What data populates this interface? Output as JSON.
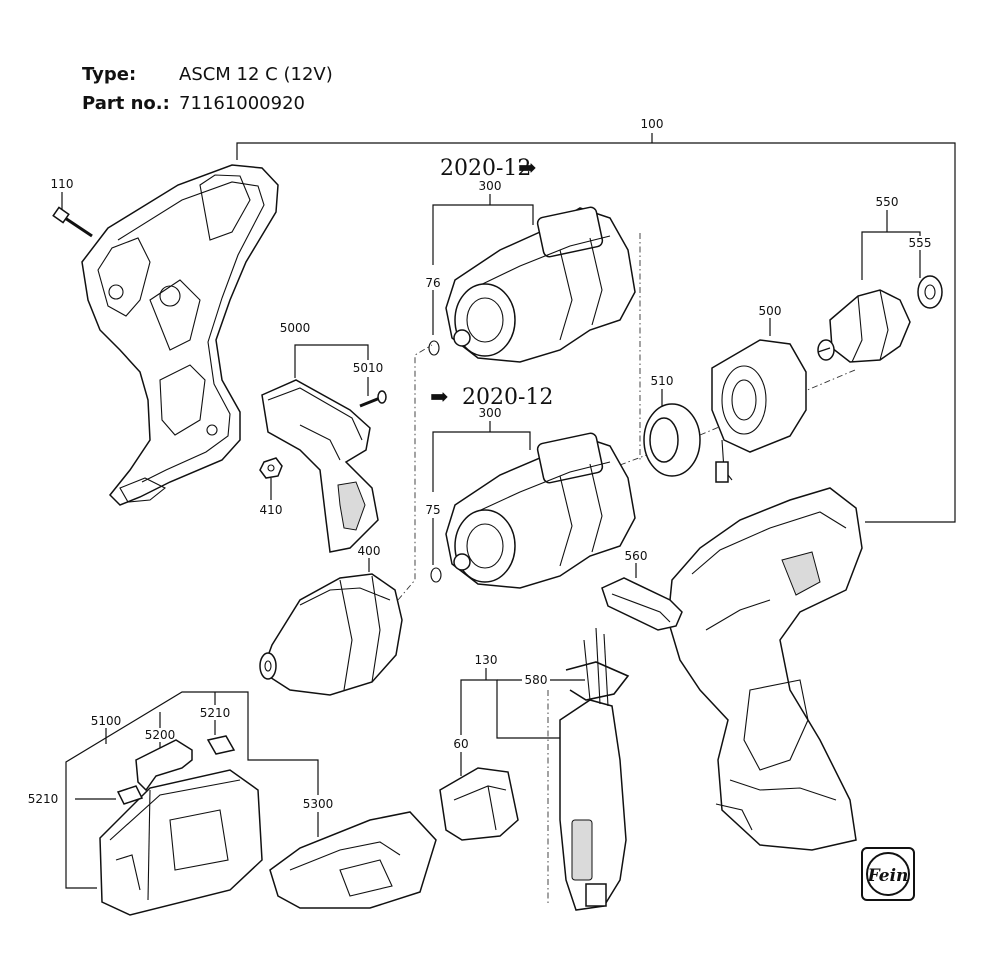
{
  "header": {
    "type_label": "Type:",
    "type_value": "ASCM 12 C (12V)",
    "part_label": "Part no.:",
    "part_value": "71161000920"
  },
  "callouts": {
    "c100": "100",
    "c110": "110",
    "c300_top": "300",
    "c300_bottom": "300",
    "c76": "76",
    "c75": "75",
    "c5000": "5000",
    "c5010": "5010",
    "c410": "410",
    "c400": "400",
    "c510": "510",
    "c500": "500",
    "c550": "550",
    "c555": "555",
    "c560": "560",
    "c130": "130",
    "c580": "580",
    "c60": "60",
    "c5100": "5100",
    "c5200": "5200",
    "c5210_top": "5210",
    "c5210_left": "5210",
    "c5300": "5300"
  },
  "version_notes": {
    "from_note": "2020-12",
    "until_note": "2020-12",
    "arrow_symbol": "➡"
  },
  "logo": {
    "text": "Fein"
  }
}
